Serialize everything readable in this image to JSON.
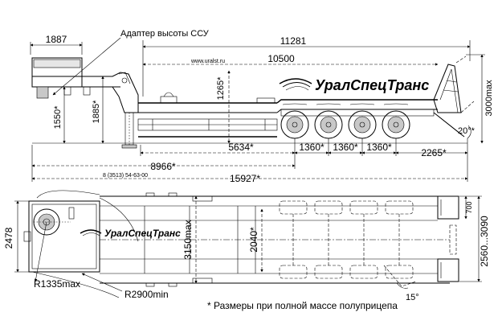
{
  "side_view": {
    "adapter_label": "Адаптер высоты ССУ",
    "website": "www.uralst.ru",
    "phone": "8 (3513) 54-63-00",
    "dim_1887": "1887",
    "dim_11281": "11281",
    "dim_10500": "10500",
    "dim_1265": "1265*",
    "dim_1550": "1550*",
    "dim_1885": "1885*",
    "dim_5634": "5634*",
    "dim_8966": "8966*",
    "dim_15927": "15927*",
    "dim_1360_a": "1360*",
    "dim_1360_b": "1360*",
    "dim_1360_c": "1360*",
    "dim_2265": "2265*",
    "dim_3000max": "3000max",
    "angle_20": "20°*"
  },
  "top_view": {
    "dim_2478": "2478",
    "dim_3150max": "3150max",
    "dim_2040": "2040*",
    "dim_700": "700",
    "dim_2560_3090": "2560...3090",
    "r1335": "R1335max",
    "r2900": "R2900min",
    "angle_15": "15°"
  },
  "brand": {
    "name": "УралСпецТранс"
  },
  "footnote": "* Размеры при полной массе полуприцепа",
  "colors": {
    "line": "#000000",
    "fill_grey": "#c8c8c8",
    "background": "#ffffff"
  }
}
